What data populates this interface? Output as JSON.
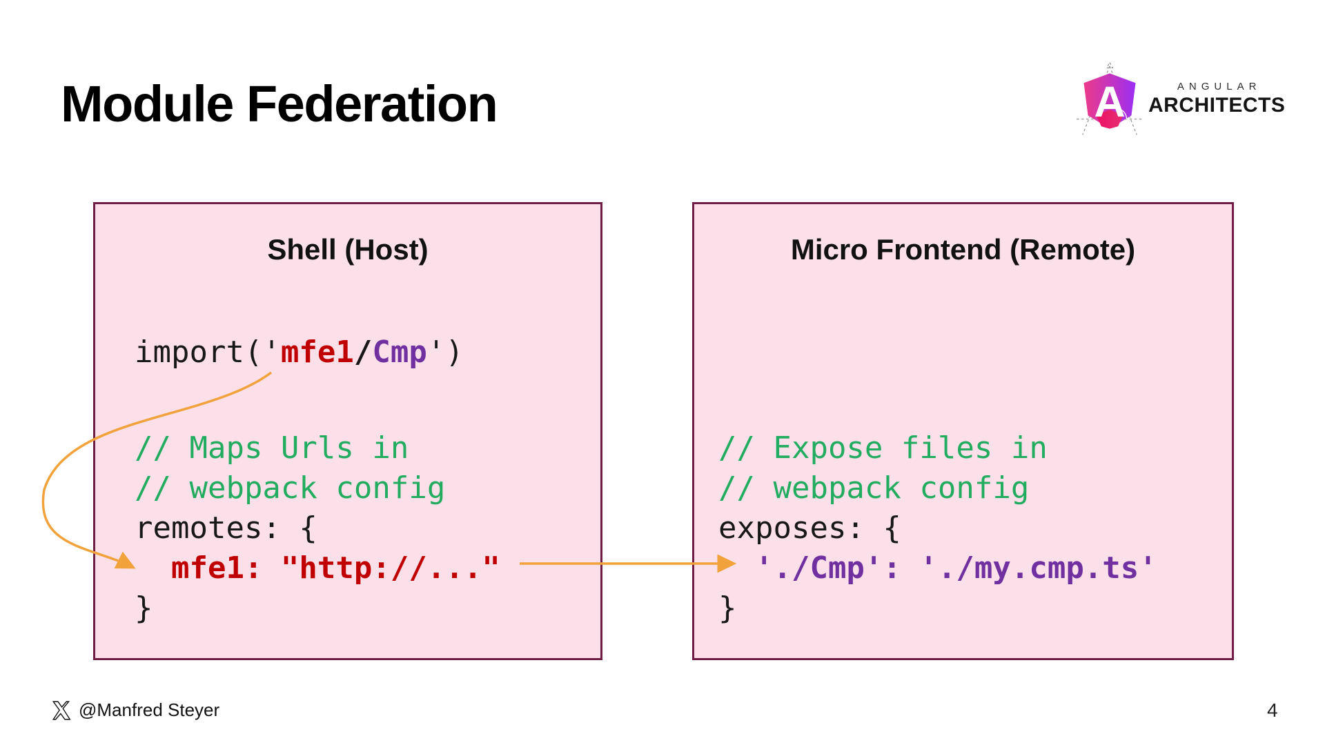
{
  "slide": {
    "title": "Module Federation",
    "page_number": "4",
    "footer_handle": "@Manfred Steyer"
  },
  "logo": {
    "line1": "ANGULAR",
    "line2": "ARCHITECTS",
    "letter": "A"
  },
  "boxes": {
    "shell": {
      "title": "Shell (Host)",
      "import_prefix": "import('",
      "import_remote": "mfe1",
      "import_slash": "/",
      "import_component": "Cmp",
      "import_suffix": "')",
      "comment1": "// Maps Urls in",
      "comment2": "// webpack config",
      "open_line": "remotes: {",
      "mapping_line": "  mfe1: \"http://...\"",
      "close_line": "}"
    },
    "remote": {
      "title": "Micro Frontend (Remote)",
      "comment1": "// Expose files in",
      "comment2": "// webpack config",
      "open_line": "exposes: {",
      "mapping_line": "  './Cmp': './my.cmp.ts'",
      "close_line": "}"
    }
  },
  "colors": {
    "box_background": "#FBE0E9",
    "box_border": "#6E1E45",
    "code_red": "#C00000",
    "code_purple": "#7030A0",
    "comment_green": "#22AC5F",
    "arrow_orange": "#F2A23B",
    "logo_pink": "#ED3A8A",
    "logo_purple": "#9B2FF2",
    "logo_crimson": "#EC1164"
  }
}
